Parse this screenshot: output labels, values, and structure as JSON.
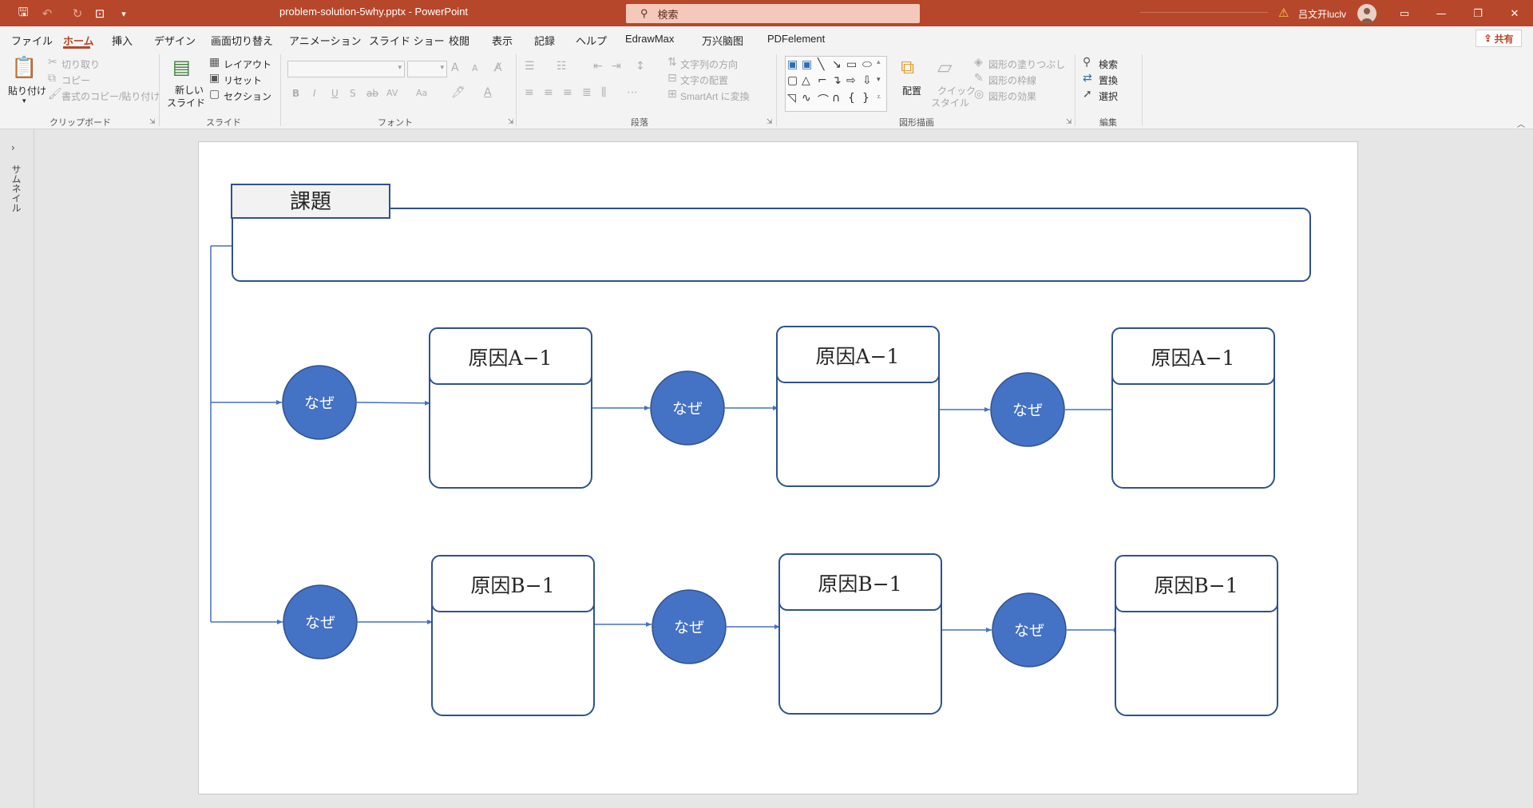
{
  "titlebar": {
    "doc_title": "problem-solution-5why.pptx  -  PowerPoint",
    "search_label": "検索",
    "user_name": "吕文开luclv",
    "quick_access": [
      {
        "icon": "save-icon",
        "glyph": "🖫"
      },
      {
        "icon": "undo-icon",
        "glyph": "↶"
      },
      {
        "icon": "redo-icon",
        "glyph": "↻"
      },
      {
        "icon": "presentation-icon",
        "glyph": "⊡"
      },
      {
        "icon": "customize-icon",
        "glyph": "▾"
      }
    ],
    "window_controls": [
      {
        "icon": "ribbon-display-icon",
        "glyph": "▭"
      },
      {
        "icon": "minimize-icon",
        "glyph": "—"
      },
      {
        "icon": "restore-icon",
        "glyph": "❐"
      },
      {
        "icon": "close-icon",
        "glyph": "✕"
      }
    ],
    "accent": "#b7472a"
  },
  "menu": {
    "tabs": [
      "ファイル",
      "ホーム",
      "挿入",
      "デザイン",
      "画面切り替え",
      "アニメーション",
      "スライド ショー",
      "校閲",
      "表示",
      "記録",
      "ヘルプ",
      "EdrawMax",
      "万兴脑图",
      "PDFelement"
    ],
    "active_tab": "ホーム",
    "share_label": "共有"
  },
  "ribbon": {
    "clipboard": {
      "paste": "貼り付け",
      "cut": "切り取り",
      "copy": "コピー",
      "format_painter": "書式のコピー/貼り付け",
      "group": "クリップボード"
    },
    "slides": {
      "new_slide_line1": "新しい",
      "new_slide_line2": "スライド",
      "layout": "レイアウト",
      "reset": "リセット",
      "section": "セクション",
      "group": "スライド"
    },
    "font": {
      "group": "フォント",
      "bold": "B",
      "italic": "I",
      "underline": "U",
      "strike": "S",
      "strike2": "ab",
      "spacing": "AV",
      "case": "Aa",
      "grow": "A",
      "shrink": "A"
    },
    "paragraph": {
      "text_direction": "文字列の方向",
      "align_text": "文字の配置",
      "smartart": "SmartArt に変換",
      "group": "段落"
    },
    "drawing": {
      "arrange": "配置",
      "quick_style_line1": "クイック",
      "quick_style_line2": "スタイル",
      "fill": "図形の塗りつぶし",
      "outline": "図形の枠線",
      "effects": "図形の効果",
      "group": "図形描画"
    },
    "editing": {
      "find": "検索",
      "replace": "置換",
      "select": "選択",
      "group": "編集"
    }
  },
  "thumbnail_pane": {
    "label": "サムネイル"
  },
  "slide": {
    "problem_label": "課題",
    "why_label": "なぜ",
    "row_a_label": "原因A−1",
    "row_b_label": "原因B−1",
    "shape_color": "#4472c4",
    "outline_color": "#2f528f"
  }
}
